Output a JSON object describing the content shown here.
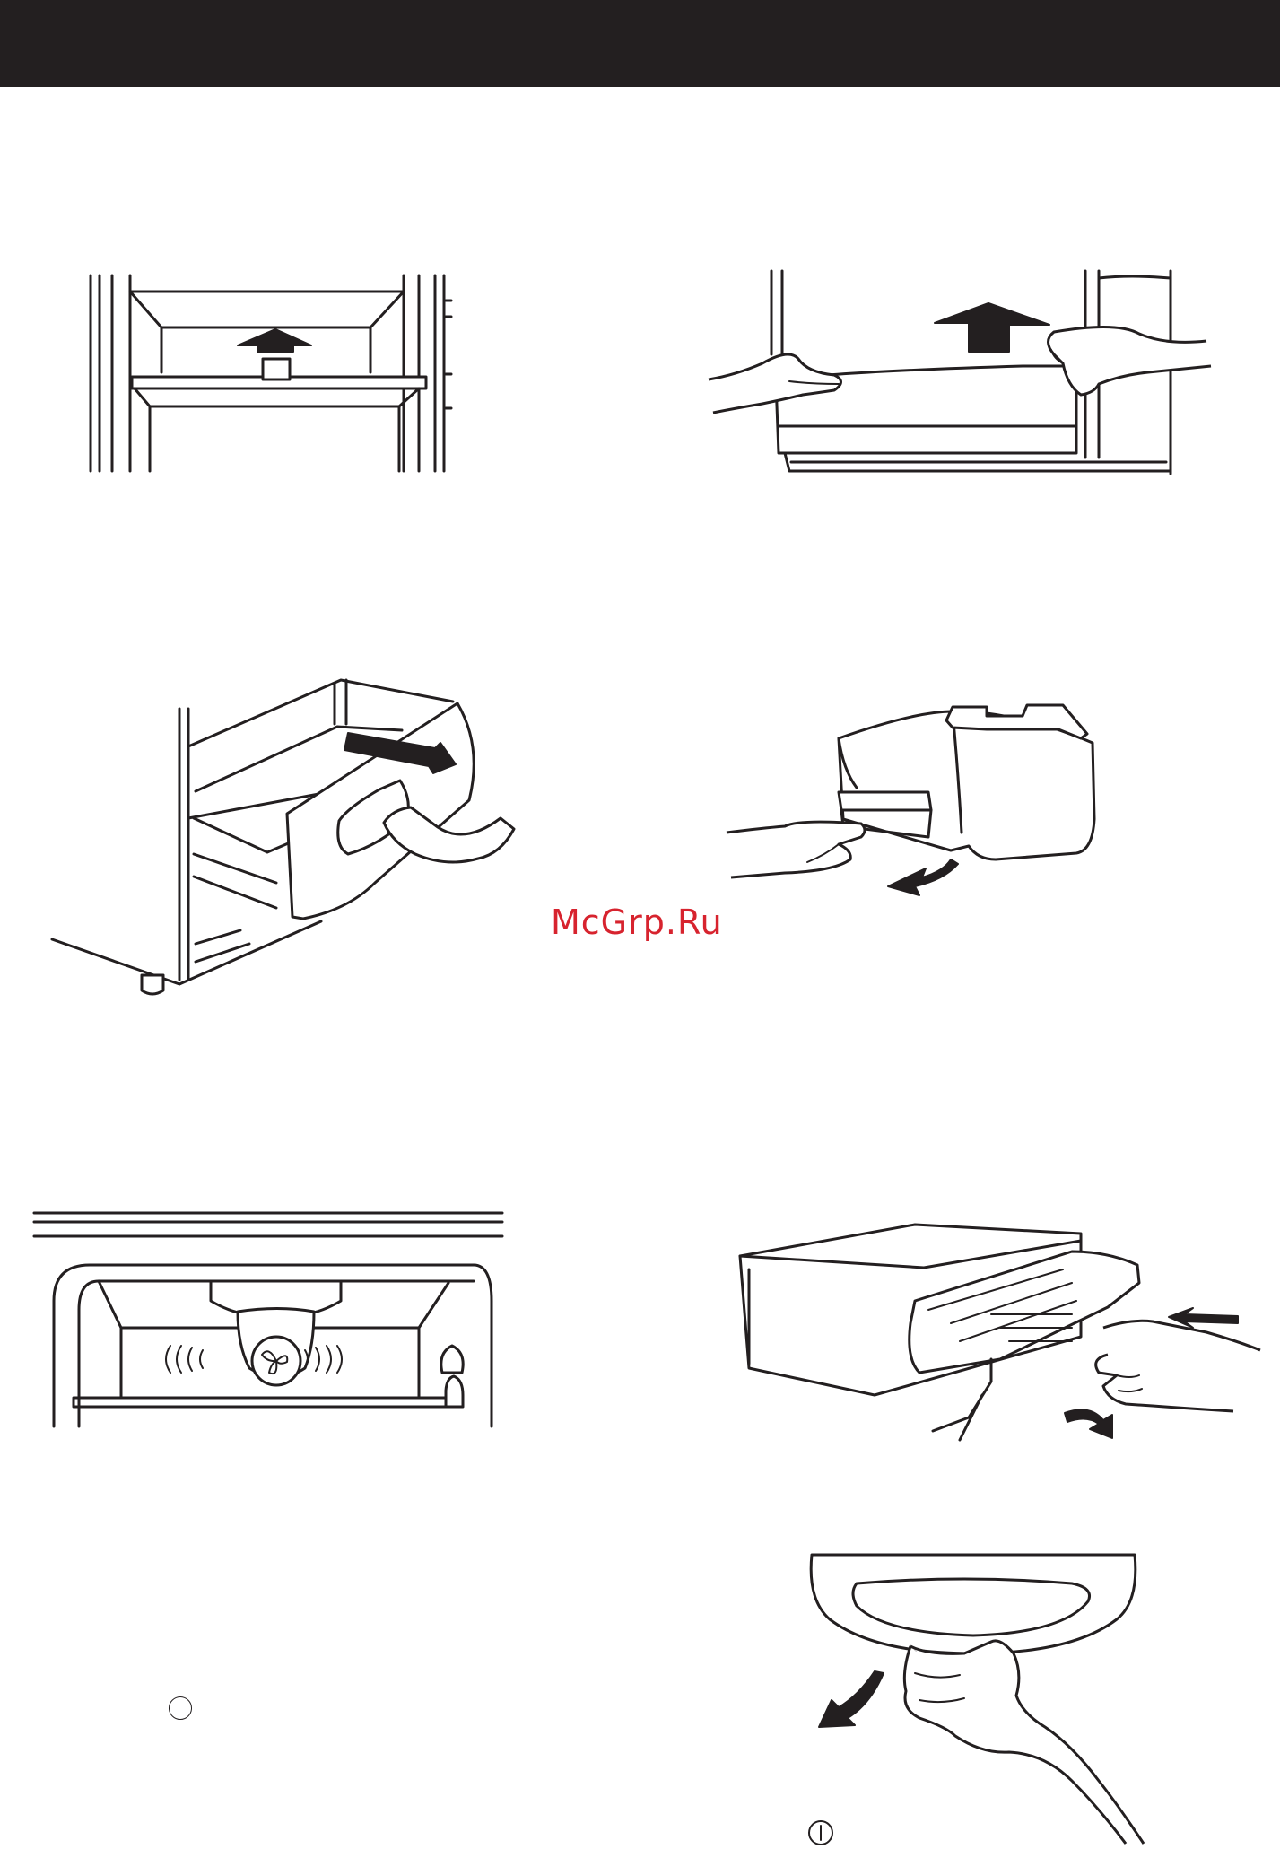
{
  "header": {
    "bar_color": "#231f20"
  },
  "watermark": {
    "text": "McGrp.Ru",
    "color": "#d7232e"
  },
  "illustrations": [
    {
      "id": "fig-1",
      "icon": "fridge-top-shelf-lift-up"
    },
    {
      "id": "fig-2",
      "icon": "hands-lifting-door-bin"
    },
    {
      "id": "fig-3",
      "icon": "crisper-drawer-pull-out"
    },
    {
      "id": "fig-4",
      "icon": "container-flap-open"
    },
    {
      "id": "fig-5",
      "icon": "fan-air-duct"
    },
    {
      "id": "fig-6",
      "icon": "drawer-front-removal"
    },
    {
      "id": "fig-7",
      "icon": "handle-tilt-down"
    }
  ],
  "step_marker": {
    "label": "1"
  }
}
